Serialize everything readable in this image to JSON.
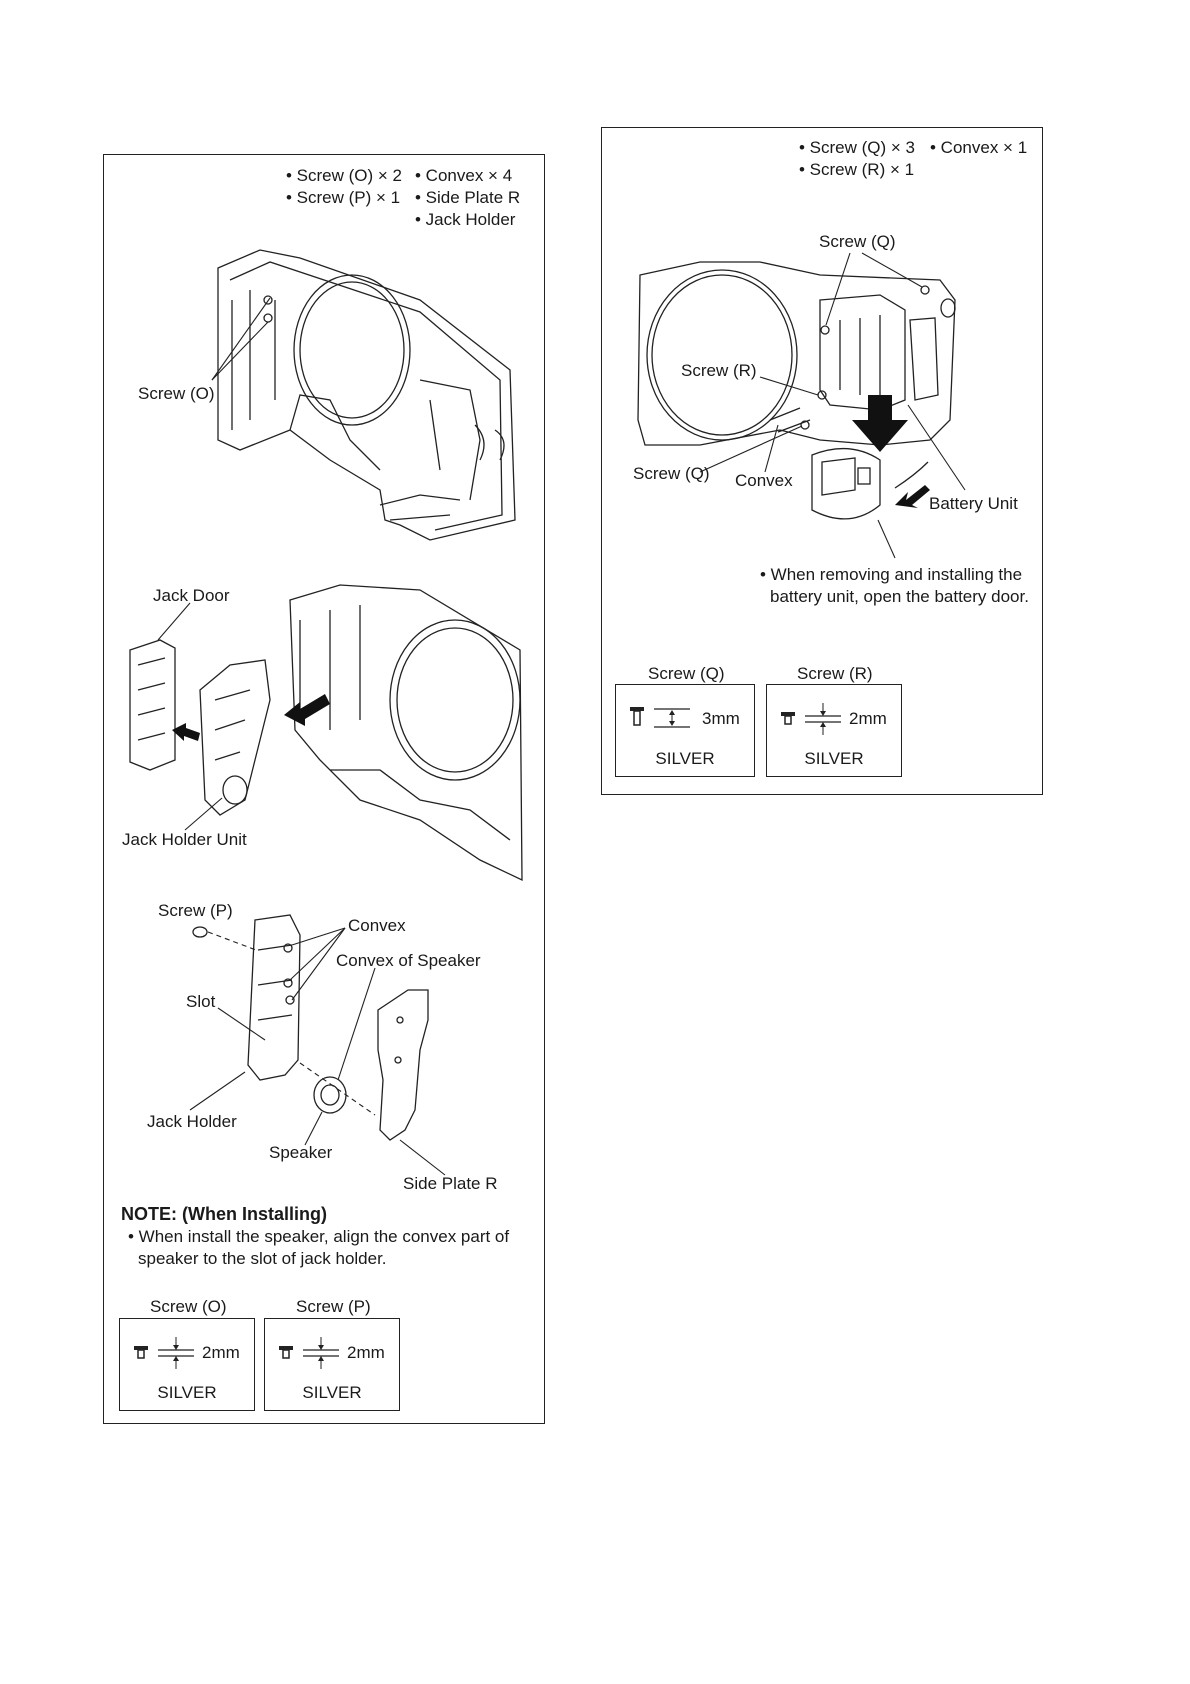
{
  "left_panel": {
    "parts_list": {
      "col1": [
        "• Screw (O) × 2",
        "• Screw (P) × 1"
      ],
      "col2": [
        "• Convex × 4",
        "• Side Plate R",
        "• Jack Holder"
      ]
    },
    "labels": {
      "screw_o": "Screw (O)",
      "jack_door": "Jack Door",
      "jack_holder_unit": "Jack Holder Unit",
      "screw_p": "Screw (P)",
      "convex": "Convex",
      "convex_of_speaker": "Convex of Speaker",
      "slot": "Slot",
      "jack_holder": "Jack Holder",
      "speaker": "Speaker",
      "side_plate_r": "Side Plate R"
    },
    "note": {
      "title": "NOTE: (When Installing)",
      "line1": "• When install the speaker, align the convex part of",
      "line2": "speaker to the slot of jack holder."
    },
    "screw_specs": [
      {
        "name": "Screw (O)",
        "size": "2mm",
        "color": "SILVER"
      },
      {
        "name": "Screw (P)",
        "size": "2mm",
        "color": "SILVER"
      }
    ]
  },
  "right_panel": {
    "parts_list": {
      "col1": [
        "• Screw (Q) × 3",
        "• Screw (R) × 1"
      ],
      "col2": [
        "• Convex × 1"
      ]
    },
    "labels": {
      "screw_q_top": "Screw (Q)",
      "screw_r": "Screw (R)",
      "screw_q_bottom": "Screw (Q)",
      "convex": "Convex",
      "battery_unit": "Battery Unit"
    },
    "instruction": {
      "line1": "• When removing and installing the",
      "line2": "battery unit, open the battery door."
    },
    "screw_specs": [
      {
        "name": "Screw (Q)",
        "size": "3mm",
        "color": "SILVER"
      },
      {
        "name": "Screw (R)",
        "size": "2mm",
        "color": "SILVER"
      }
    ]
  }
}
